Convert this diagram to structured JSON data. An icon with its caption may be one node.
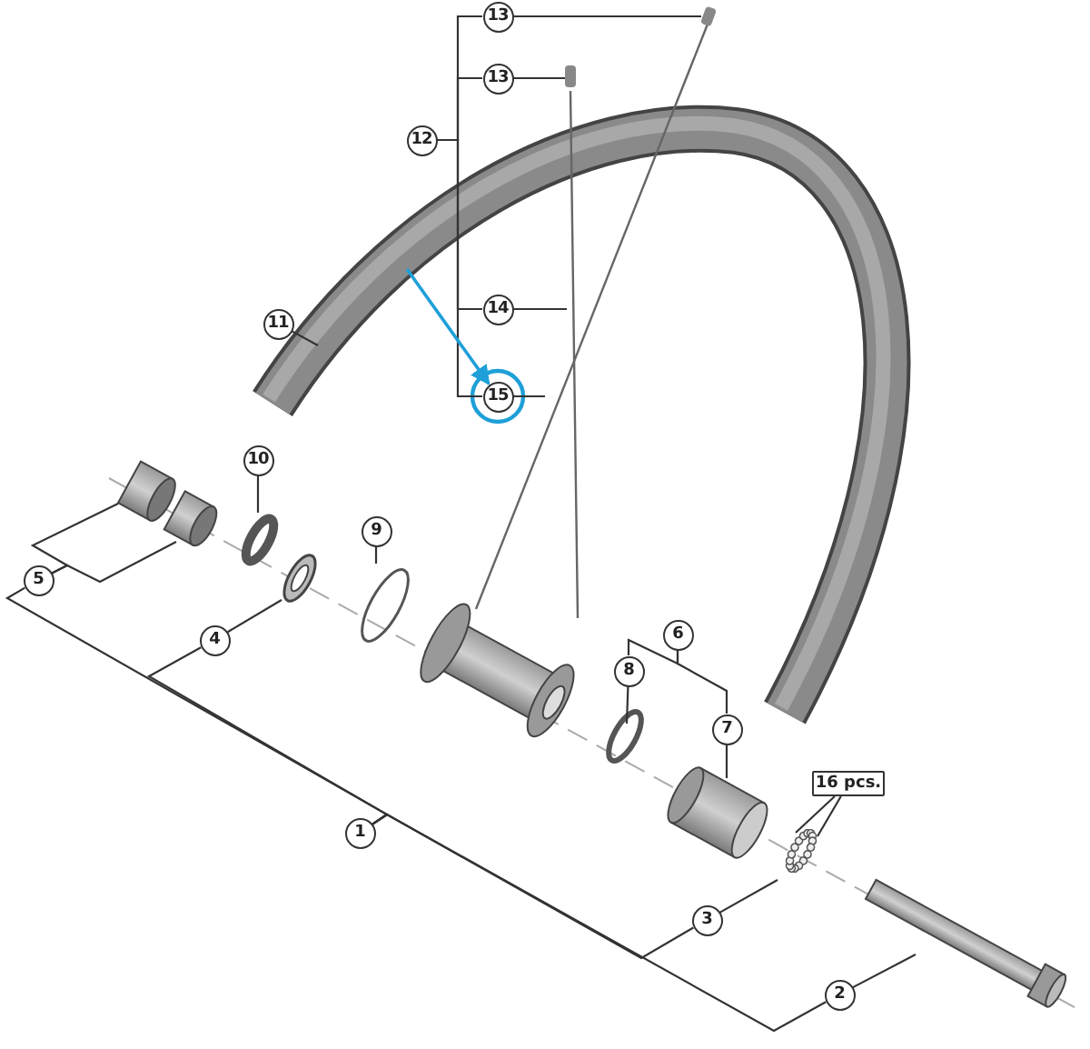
{
  "diagram": {
    "nodes": [
      {
        "text": [
          "1"
        ]
      },
      {
        "text": [
          "2"
        ]
      },
      {
        "text": [
          "3"
        ]
      },
      {
        "text": [
          "4"
        ]
      },
      {
        "text": [
          "5"
        ]
      },
      {
        "text": [
          "6"
        ]
      },
      {
        "text": [
          "7"
        ]
      },
      {
        "text": [
          "8"
        ]
      },
      {
        "text": [
          "9"
        ]
      },
      {
        "text": [
          "10"
        ]
      },
      {
        "text": [
          "11"
        ]
      },
      {
        "text": [
          "12"
        ]
      },
      {
        "text": [
          "13"
        ]
      },
      {
        "text": [
          "13"
        ]
      },
      {
        "text": [
          "14"
        ]
      },
      {
        "text": [
          "15"
        ]
      },
      {
        "text": [
          "16 pcs."
        ]
      }
    ],
    "edges": [
      {
        "from": 0,
        "to": 4,
        "arrow": "none"
      },
      {
        "from": 0,
        "to": 3,
        "arrow": "none"
      },
      {
        "from": 0,
        "to": 2,
        "arrow": "none"
      },
      {
        "from": 0,
        "to": 1,
        "arrow": "none"
      },
      {
        "from": 4,
        "to": null,
        "arrow": "none"
      },
      {
        "from": 4,
        "to": null,
        "arrow": "none"
      },
      {
        "from": 3,
        "to": null,
        "arrow": "none"
      },
      {
        "from": 2,
        "to": null,
        "arrow": "none"
      },
      {
        "from": 1,
        "to": null,
        "arrow": "none"
      },
      {
        "from": 5,
        "to": 7,
        "arrow": "none"
      },
      {
        "from": 5,
        "to": 6,
        "arrow": "none"
      },
      {
        "from": 7,
        "to": null,
        "arrow": "none"
      },
      {
        "from": 6,
        "to": null,
        "arrow": "none"
      },
      {
        "from": 8,
        "to": null,
        "arrow": "none"
      },
      {
        "from": 9,
        "to": null,
        "arrow": "none"
      },
      {
        "from": 10,
        "to": null,
        "arrow": "none"
      },
      {
        "from": 11,
        "to": 12,
        "arrow": "none"
      },
      {
        "from": 11,
        "to": 13,
        "arrow": "none"
      },
      {
        "from": 11,
        "to": 14,
        "arrow": "none"
      },
      {
        "from": 11,
        "to": 15,
        "arrow": "none"
      },
      {
        "from": 12,
        "to": null,
        "arrow": "none"
      },
      {
        "from": 13,
        "to": null,
        "arrow": "none"
      },
      {
        "from": 14,
        "to": null,
        "arrow": "none"
      },
      {
        "from": 15,
        "to": null,
        "arrow": "none"
      },
      {
        "from": 16,
        "to": null,
        "arrow": "none"
      },
      {
        "from": 16,
        "to": null,
        "arrow": "none"
      },
      {
        "from": null,
        "to": 15,
        "arrow": "to",
        "color": "#1e9fd8"
      }
    ]
  }
}
